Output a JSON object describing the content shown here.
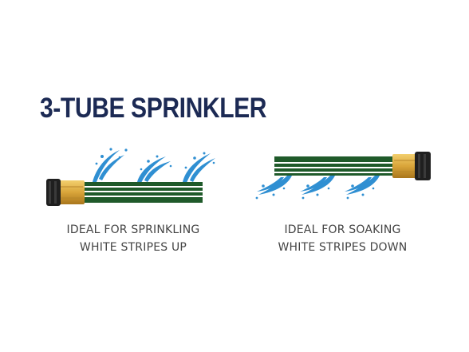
{
  "title": "3-TUBE SPRINKLER",
  "colors": {
    "title": "#1c2a54",
    "hose_green": "#1f5a2a",
    "hose_stripe": "#ffffff",
    "brass": "#d9a53a",
    "coupling_dark": "#1f1f1f",
    "water": "#2f8fd2"
  },
  "panels": {
    "left": {
      "line1": "IDEAL FOR SPRINKLING",
      "line2": "WHITE STRIPES UP",
      "icon": "hose-stripes-up-icon"
    },
    "right": {
      "line1": "IDEAL FOR SOAKING",
      "line2": "WHITE STRIPES DOWN",
      "icon": "hose-stripes-down-icon"
    }
  }
}
